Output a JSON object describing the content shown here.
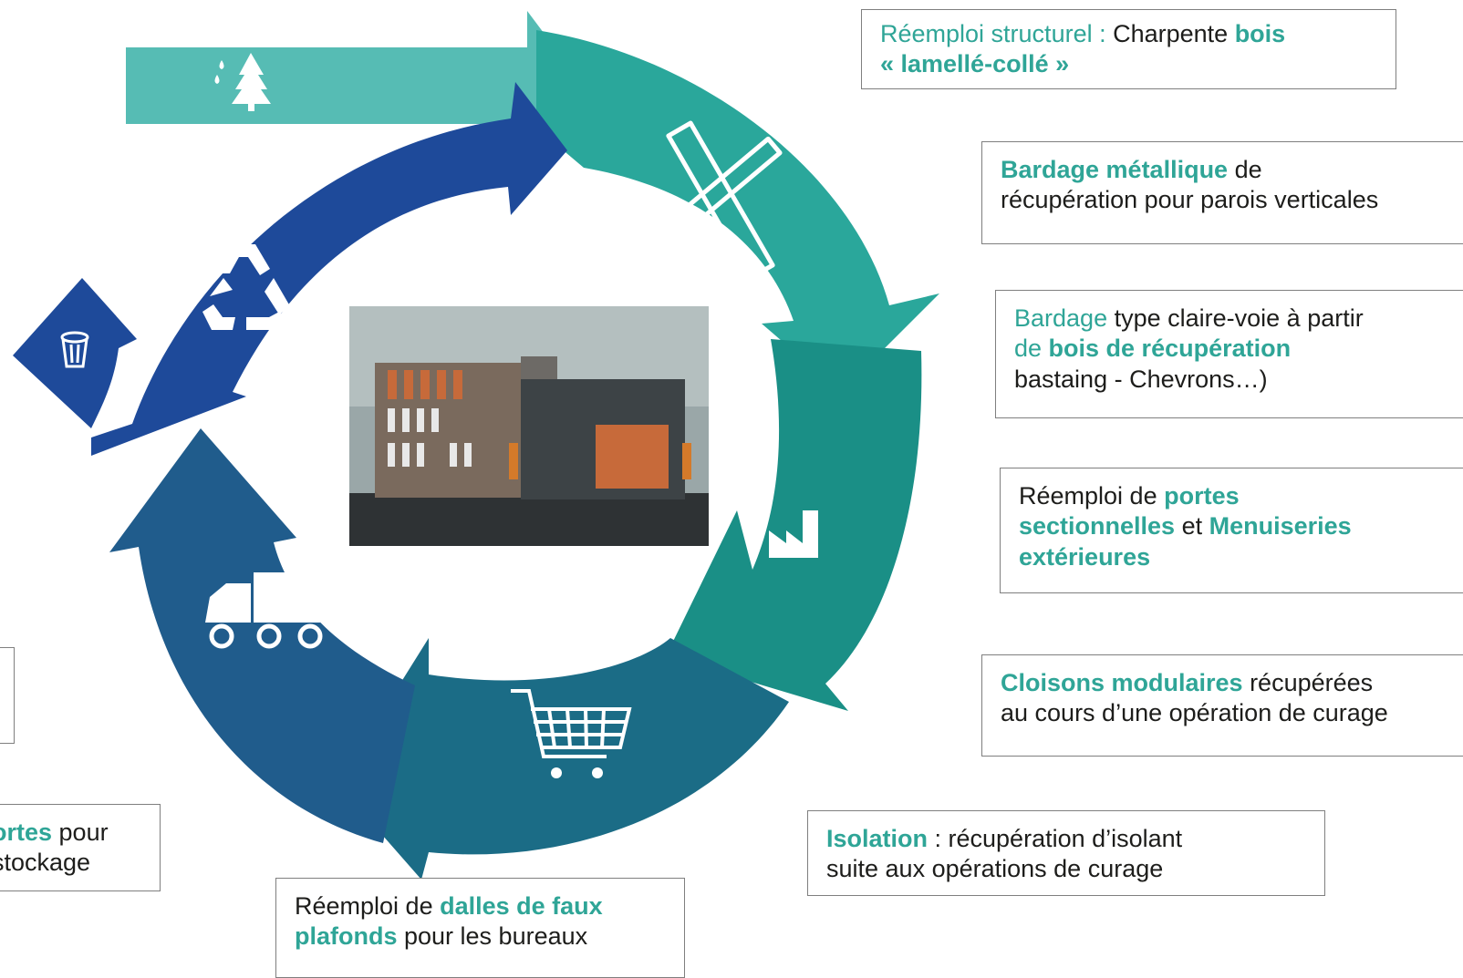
{
  "colors": {
    "arrow_top": "#56bcb4",
    "arrow_right_upper": "#2aa79b",
    "arrow_right_lower": "#1a8f86",
    "arrow_bottom": "#1b6c86",
    "arrow_left": "#205c8c",
    "arrow_upper_left": "#1e4a9a",
    "accent_text": "#2fa597"
  },
  "icons": [
    "tree-water-icon",
    "ruler-pencil-icon",
    "factory-icon",
    "shopping-cart-icon",
    "truck-icon",
    "recycle-icon",
    "trash-bin-icon"
  ],
  "center_photo": {
    "description": "building-rendering"
  },
  "callouts": {
    "c1": {
      "a": "Réemploi structurel : ",
      "b": "Charpente ",
      "c": "bois",
      "d": "« lamellé-collé »"
    },
    "c2": {
      "a": "Bardage métallique",
      "b": " de",
      "c": "récupération pour parois verticales"
    },
    "c3": {
      "a": "Bardage",
      "b": " type claire-voie à partir",
      "c": "de ",
      "d": "bois de récupération",
      "e": "bastaing - Chevrons…)"
    },
    "c4": {
      "a": "Réemploi de ",
      "b": "portes",
      "c": "sectionnelles",
      "d": " et ",
      "e": "Menuiseries",
      "f": "extérieures"
    },
    "c5": {
      "a": "Cloisons modulaires",
      "b": " récupérées",
      "c": "au cours d’une opération de curage"
    },
    "c6": {
      "a": "Isolation",
      "b": " : récupération d’isolant",
      "c": "suite aux opérations de curage"
    },
    "c7": {
      "a": "Réemploi de ",
      "b": "dalles de faux",
      "c": "plafonds",
      "d": " pour les bureaux"
    },
    "c8": {
      "a": "ortes",
      "b": " pour",
      "c": "stockage"
    }
  }
}
